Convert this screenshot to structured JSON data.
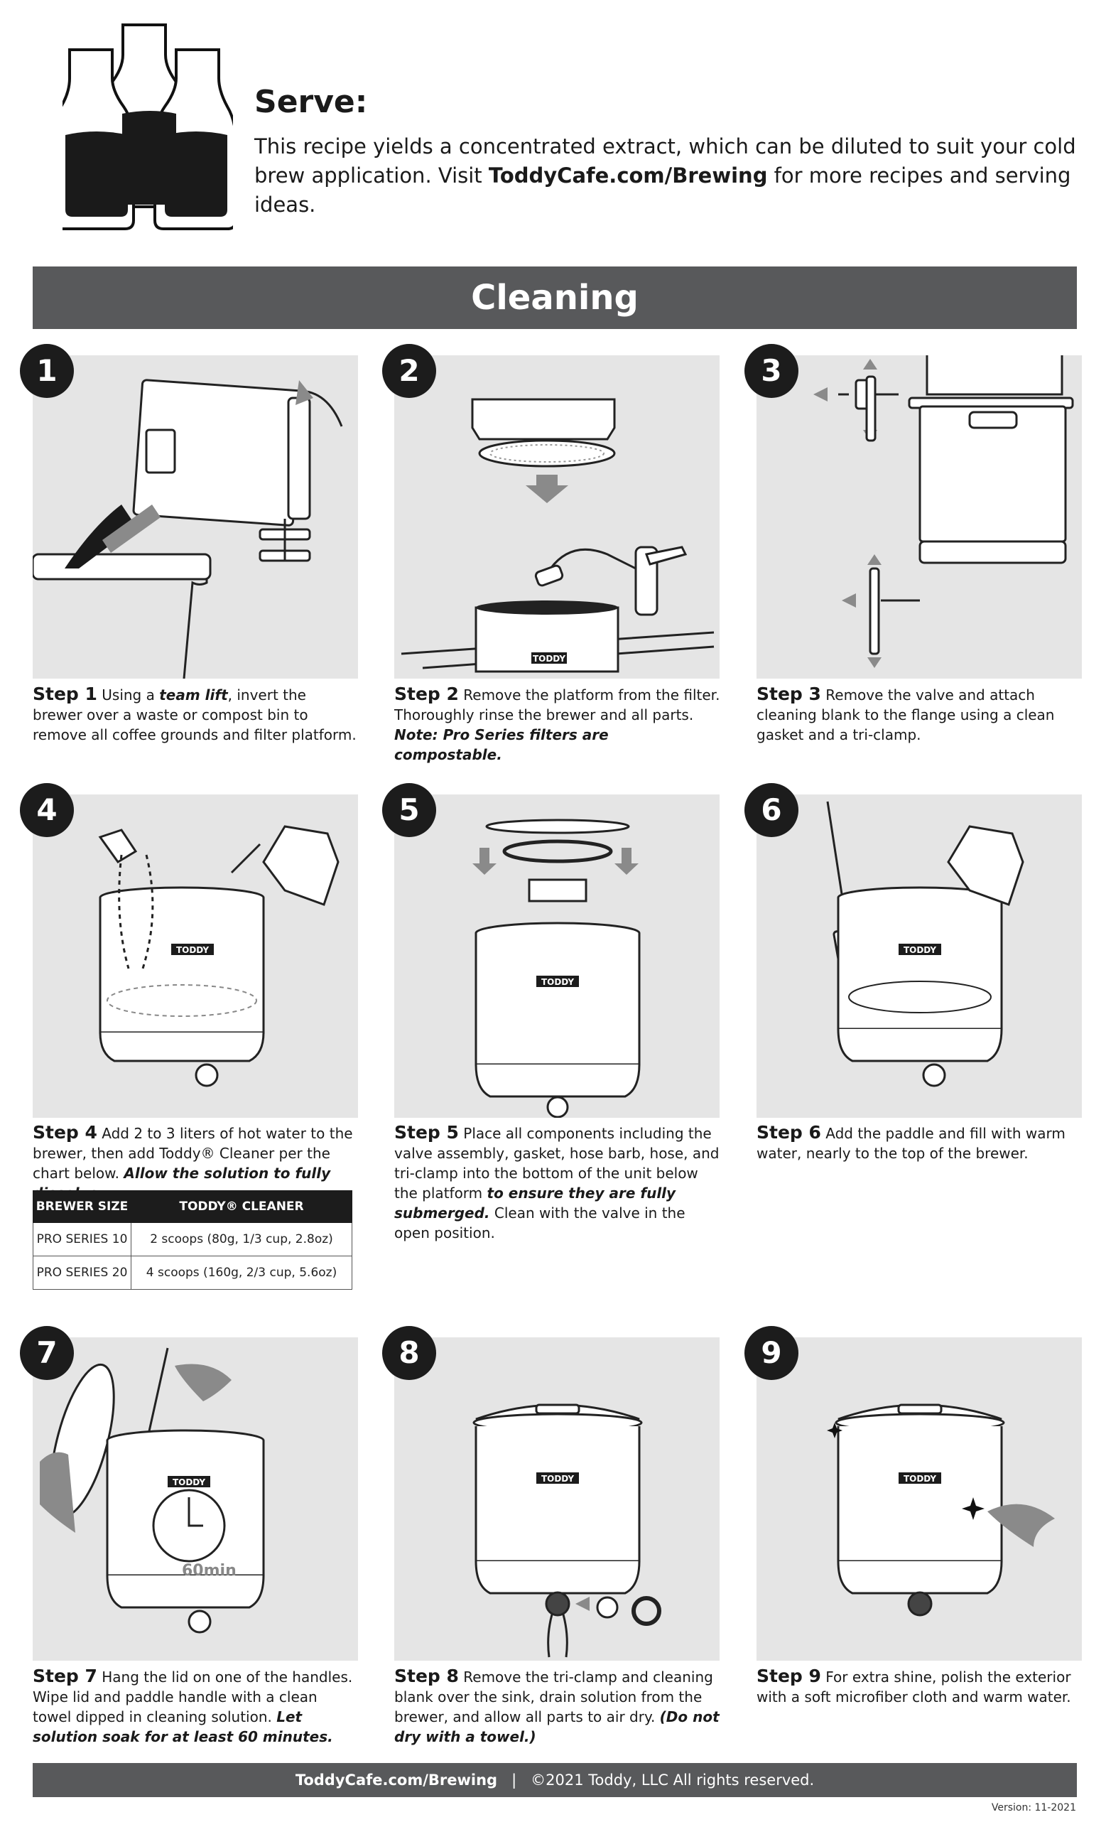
{
  "serve": {
    "title": "Serve:",
    "text_before": "This recipe yields a concentrated extract, which can be diluted to suit your cold brew application. Visit ",
    "link": "ToddyCafe.com/Brewing",
    "text_after": " for more recipes and serving ideas."
  },
  "cleaning": {
    "title": "Cleaning"
  },
  "brand_label": "TODDY",
  "timer_label": "60min",
  "steps": [
    {
      "number": "1",
      "label": "Step 1",
      "parts": [
        " Using a ",
        "team lift",
        ", invert the brewer over a waste or compost bin to remove all coffee grounds and filter platform."
      ]
    },
    {
      "number": "2",
      "label": "Step 2",
      "parts": [
        " Remove the platform from the filter. Thoroughly rinse the brewer and all parts. ",
        "Note: Pro Series filters are compostable.",
        ""
      ]
    },
    {
      "number": "3",
      "label": "Step 3",
      "parts": [
        " Remove the valve and attach cleaning blank to the flange using a clean gasket and a tri-clamp.",
        "",
        ""
      ]
    },
    {
      "number": "4",
      "label": "Step 4",
      "parts": [
        " Add 2 to 3 liters of hot water to the brewer, then add Toddy® Cleaner per the chart below. ",
        "Allow the solution to fully dissolve.",
        ""
      ]
    },
    {
      "number": "5",
      "label": "Step 5",
      "parts": [
        " Place all components including the valve assembly, gasket, hose barb, hose, and tri-clamp into the bottom of the unit below the platform ",
        "to ensure they are fully submerged.",
        " Clean with the valve in the open position."
      ]
    },
    {
      "number": "6",
      "label": "Step 6",
      "parts": [
        " Add the paddle and fill with warm water, nearly to the top of the brewer.",
        "",
        ""
      ]
    },
    {
      "number": "7",
      "label": "Step 7",
      "parts": [
        " Hang the lid on one of the handles. Wipe lid and paddle handle with a clean towel dipped in cleaning solution. ",
        "Let solution soak for at least 60 minutes.",
        ""
      ]
    },
    {
      "number": "8",
      "label": "Step 8",
      "parts": [
        " Remove the tri-clamp and cleaning blank over the sink, drain solution from the brewer, and allow all parts to air dry. ",
        "(Do not dry with a towel.)",
        ""
      ]
    },
    {
      "number": "9",
      "label": "Step 9",
      "parts": [
        " For extra shine, polish the exterior with a soft microfiber cloth and warm water.",
        "",
        ""
      ]
    }
  ],
  "cleaner_table": {
    "headers": [
      "BREWER SIZE",
      "TODDY® CLEANER"
    ],
    "rows": [
      [
        "PRO SERIES 10",
        "2 scoops (80g, 1/3 cup, 2.8oz)"
      ],
      [
        "PRO SERIES 20",
        "4 scoops (160g, 2/3 cup, 5.6oz)"
      ]
    ]
  },
  "footer": {
    "url": "ToddyCafe.com/Brewing",
    "separator": "|",
    "copyright": "©2021 Toddy, LLC  All rights reserved.",
    "version": "Version: 11-2021"
  },
  "colors": {
    "banner": "#58595b",
    "panel": "#e5e5e5",
    "badge": "#1c1c1c"
  }
}
